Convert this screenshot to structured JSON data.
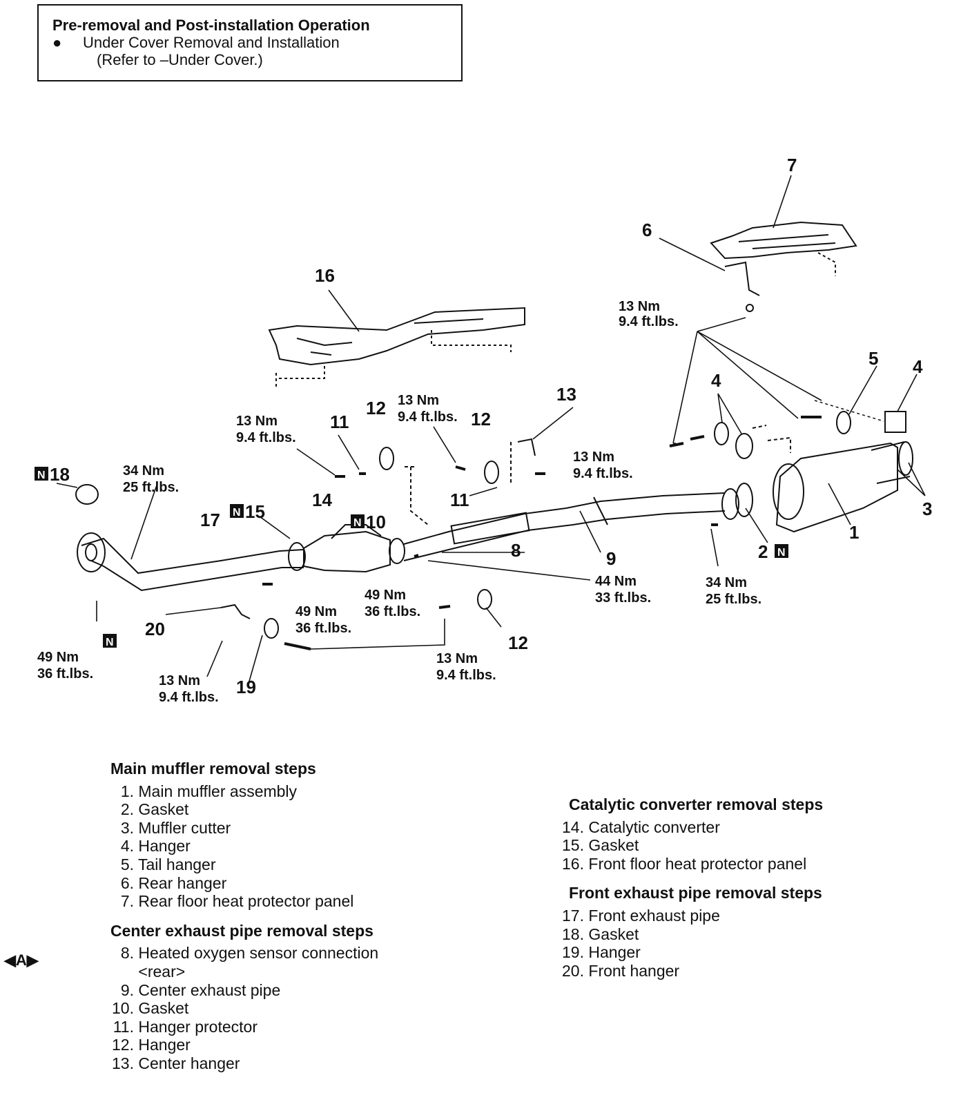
{
  "note": {
    "title": "Pre-removal and Post-installation Operation",
    "bullet": "●",
    "item_line1": "Under Cover Removal and Installation",
    "item_line2": "(Refer to –Under Cover.)"
  },
  "callouts": {
    "c1": "1",
    "c2": "2",
    "c3": "3",
    "c4a": "4",
    "c4b": "4",
    "c5": "5",
    "c6": "6",
    "c7": "7",
    "c8": "8",
    "c9": "9",
    "c10": "10",
    "c11a": "11",
    "c11b": "11",
    "c12a": "12",
    "c12b": "12",
    "c12c": "12",
    "c13": "13",
    "c14": "14",
    "c15": "15",
    "c16": "16",
    "c17": "17",
    "c18": "18",
    "c19": "19",
    "c20": "20",
    "n_badge": "N"
  },
  "torques": {
    "t_13nm": "13 Nm",
    "t_9_4": "9.4 ft.lbs.",
    "t_34nm": "34 Nm",
    "t_25": "25 ft.lbs.",
    "t_49nm": "49 Nm",
    "t_36": "36 ft.lbs.",
    "t_44nm": "44 Nm",
    "t_33": "33 ft.lbs."
  },
  "steps": {
    "main_title": "Main muffler removal steps",
    "main_items": [
      {
        "n": "1.",
        "t": "Main muffler assembly"
      },
      {
        "n": "2.",
        "t": "Gasket"
      },
      {
        "n": "3.",
        "t": "Muffler cutter"
      },
      {
        "n": "4.",
        "t": "Hanger"
      },
      {
        "n": "5.",
        "t": "Tail hanger"
      },
      {
        "n": "6.",
        "t": "Rear hanger"
      },
      {
        "n": "7.",
        "t": "Rear floor heat protector panel"
      }
    ],
    "center_title": "Center exhaust pipe removal steps",
    "center_items": [
      {
        "n": "8.",
        "t": "Heated oxygen sensor connection"
      },
      {
        "n": "",
        "t": "<rear>"
      },
      {
        "n": "9.",
        "t": "Center exhaust pipe"
      },
      {
        "n": "10.",
        "t": "Gasket"
      },
      {
        "n": "11.",
        "t": "Hanger protector"
      },
      {
        "n": "12.",
        "t": "Hanger"
      },
      {
        "n": "13.",
        "t": "Center hanger"
      }
    ],
    "cat_title": "Catalytic converter removal steps",
    "cat_items": [
      {
        "n": "14.",
        "t": "Catalytic converter"
      },
      {
        "n": "15.",
        "t": "Gasket"
      },
      {
        "n": "16.",
        "t": "Front floor heat protector panel"
      }
    ],
    "front_title": "Front exhaust pipe removal steps",
    "front_items": [
      {
        "n": "17.",
        "t": "Front exhaust pipe"
      },
      {
        "n": "18.",
        "t": "Gasket"
      },
      {
        "n": "19.",
        "t": "Hanger"
      },
      {
        "n": "20.",
        "t": "Front hanger"
      }
    ]
  },
  "side_mark": "◀A▶"
}
